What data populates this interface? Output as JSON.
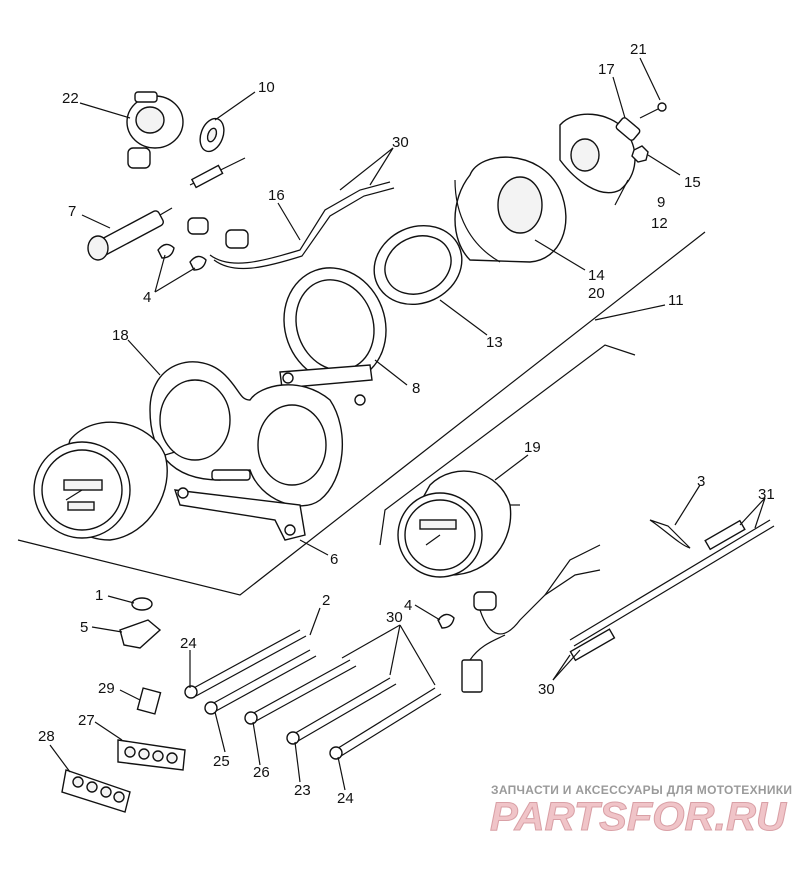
{
  "labels": {
    "l1": "1",
    "l2": "2",
    "l3": "3",
    "l4a": "4",
    "l4b": "4",
    "l5": "5",
    "l6": "6",
    "l7": "7",
    "l8": "8",
    "l9": "9",
    "l10": "10",
    "l11": "11",
    "l12": "12",
    "l13": "13",
    "l14": "14",
    "l15": "15",
    "l16": "16",
    "l17": "17",
    "l18": "18",
    "l19": "19",
    "l20": "20",
    "l21": "21",
    "l22": "22",
    "l23": "23",
    "l24a": "24",
    "l24b": "24",
    "l25": "25",
    "l26": "26",
    "l27": "27",
    "l28": "28",
    "l29": "29",
    "l30a": "30",
    "l30b": "30",
    "l30c": "30",
    "l31": "31"
  },
  "watermark": {
    "tagline": "ЗАПЧАСТИ И АКСЕССУАРЫ ДЛЯ МОТОТЕХНИКИ",
    "logo": "PARTSFOR.RU"
  },
  "colors": {
    "line": "#111111",
    "watermark_logo": "#f0c4c8",
    "watermark_text": "#9a9a9a"
  }
}
